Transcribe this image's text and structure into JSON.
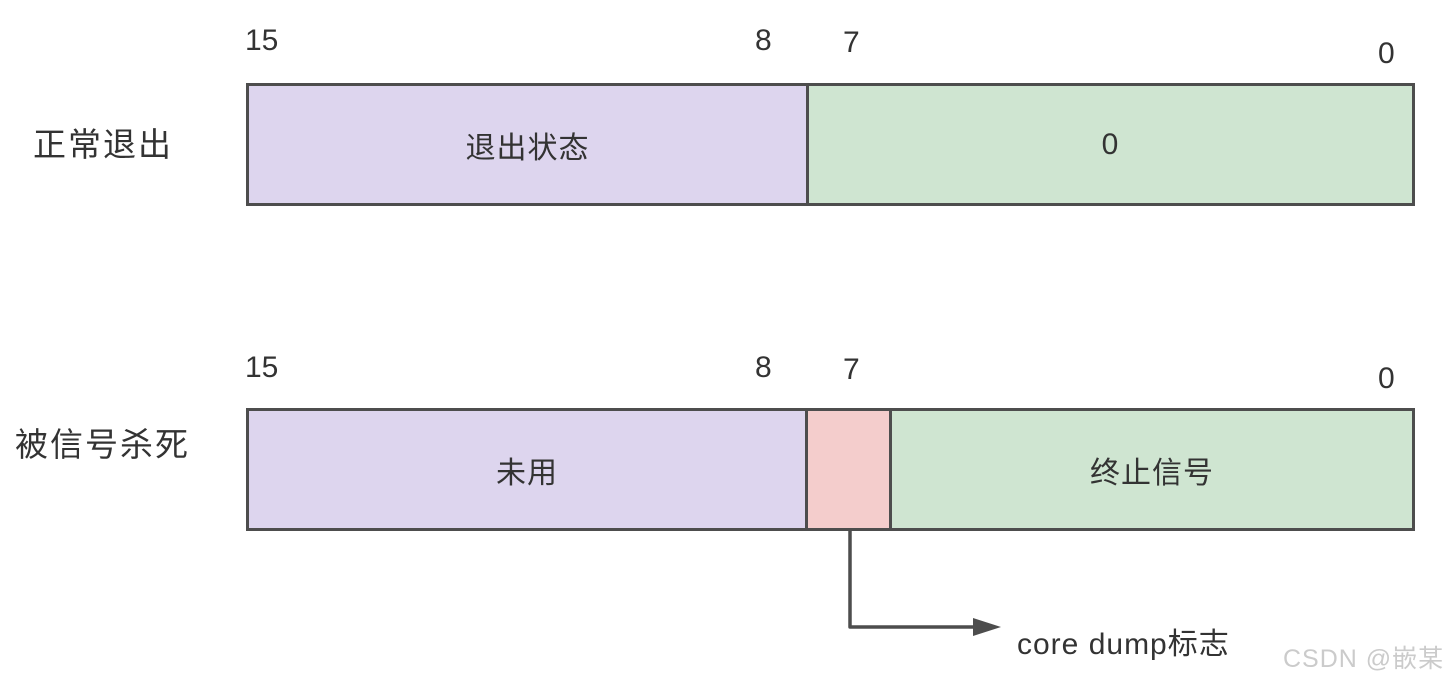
{
  "colors": {
    "background": "#ffffff",
    "border": "#4d4d4d",
    "text": "#333333",
    "purple": "#ddd5ee",
    "green": "#cfe5d1",
    "pink": "#f4cdcc",
    "watermark": "#cbcbcb"
  },
  "rows": [
    {
      "label": "正常退出",
      "ticks": [
        "15",
        "8",
        "7",
        "0"
      ],
      "segments": [
        {
          "name": "exit-status",
          "label": "退出状态"
        },
        {
          "name": "low-byte-zero",
          "label": "0"
        }
      ]
    },
    {
      "label": "被信号杀死",
      "ticks": [
        "15",
        "8",
        "7",
        "0"
      ],
      "segments": [
        {
          "name": "unused",
          "label": "未用"
        },
        {
          "name": "core-dump-flag",
          "label": ""
        },
        {
          "name": "termination-signal",
          "label": "终止信号"
        }
      ]
    }
  ],
  "annotation": {
    "label": "core dump标志"
  },
  "watermark": {
    "text": "CSDN @嵌某"
  }
}
